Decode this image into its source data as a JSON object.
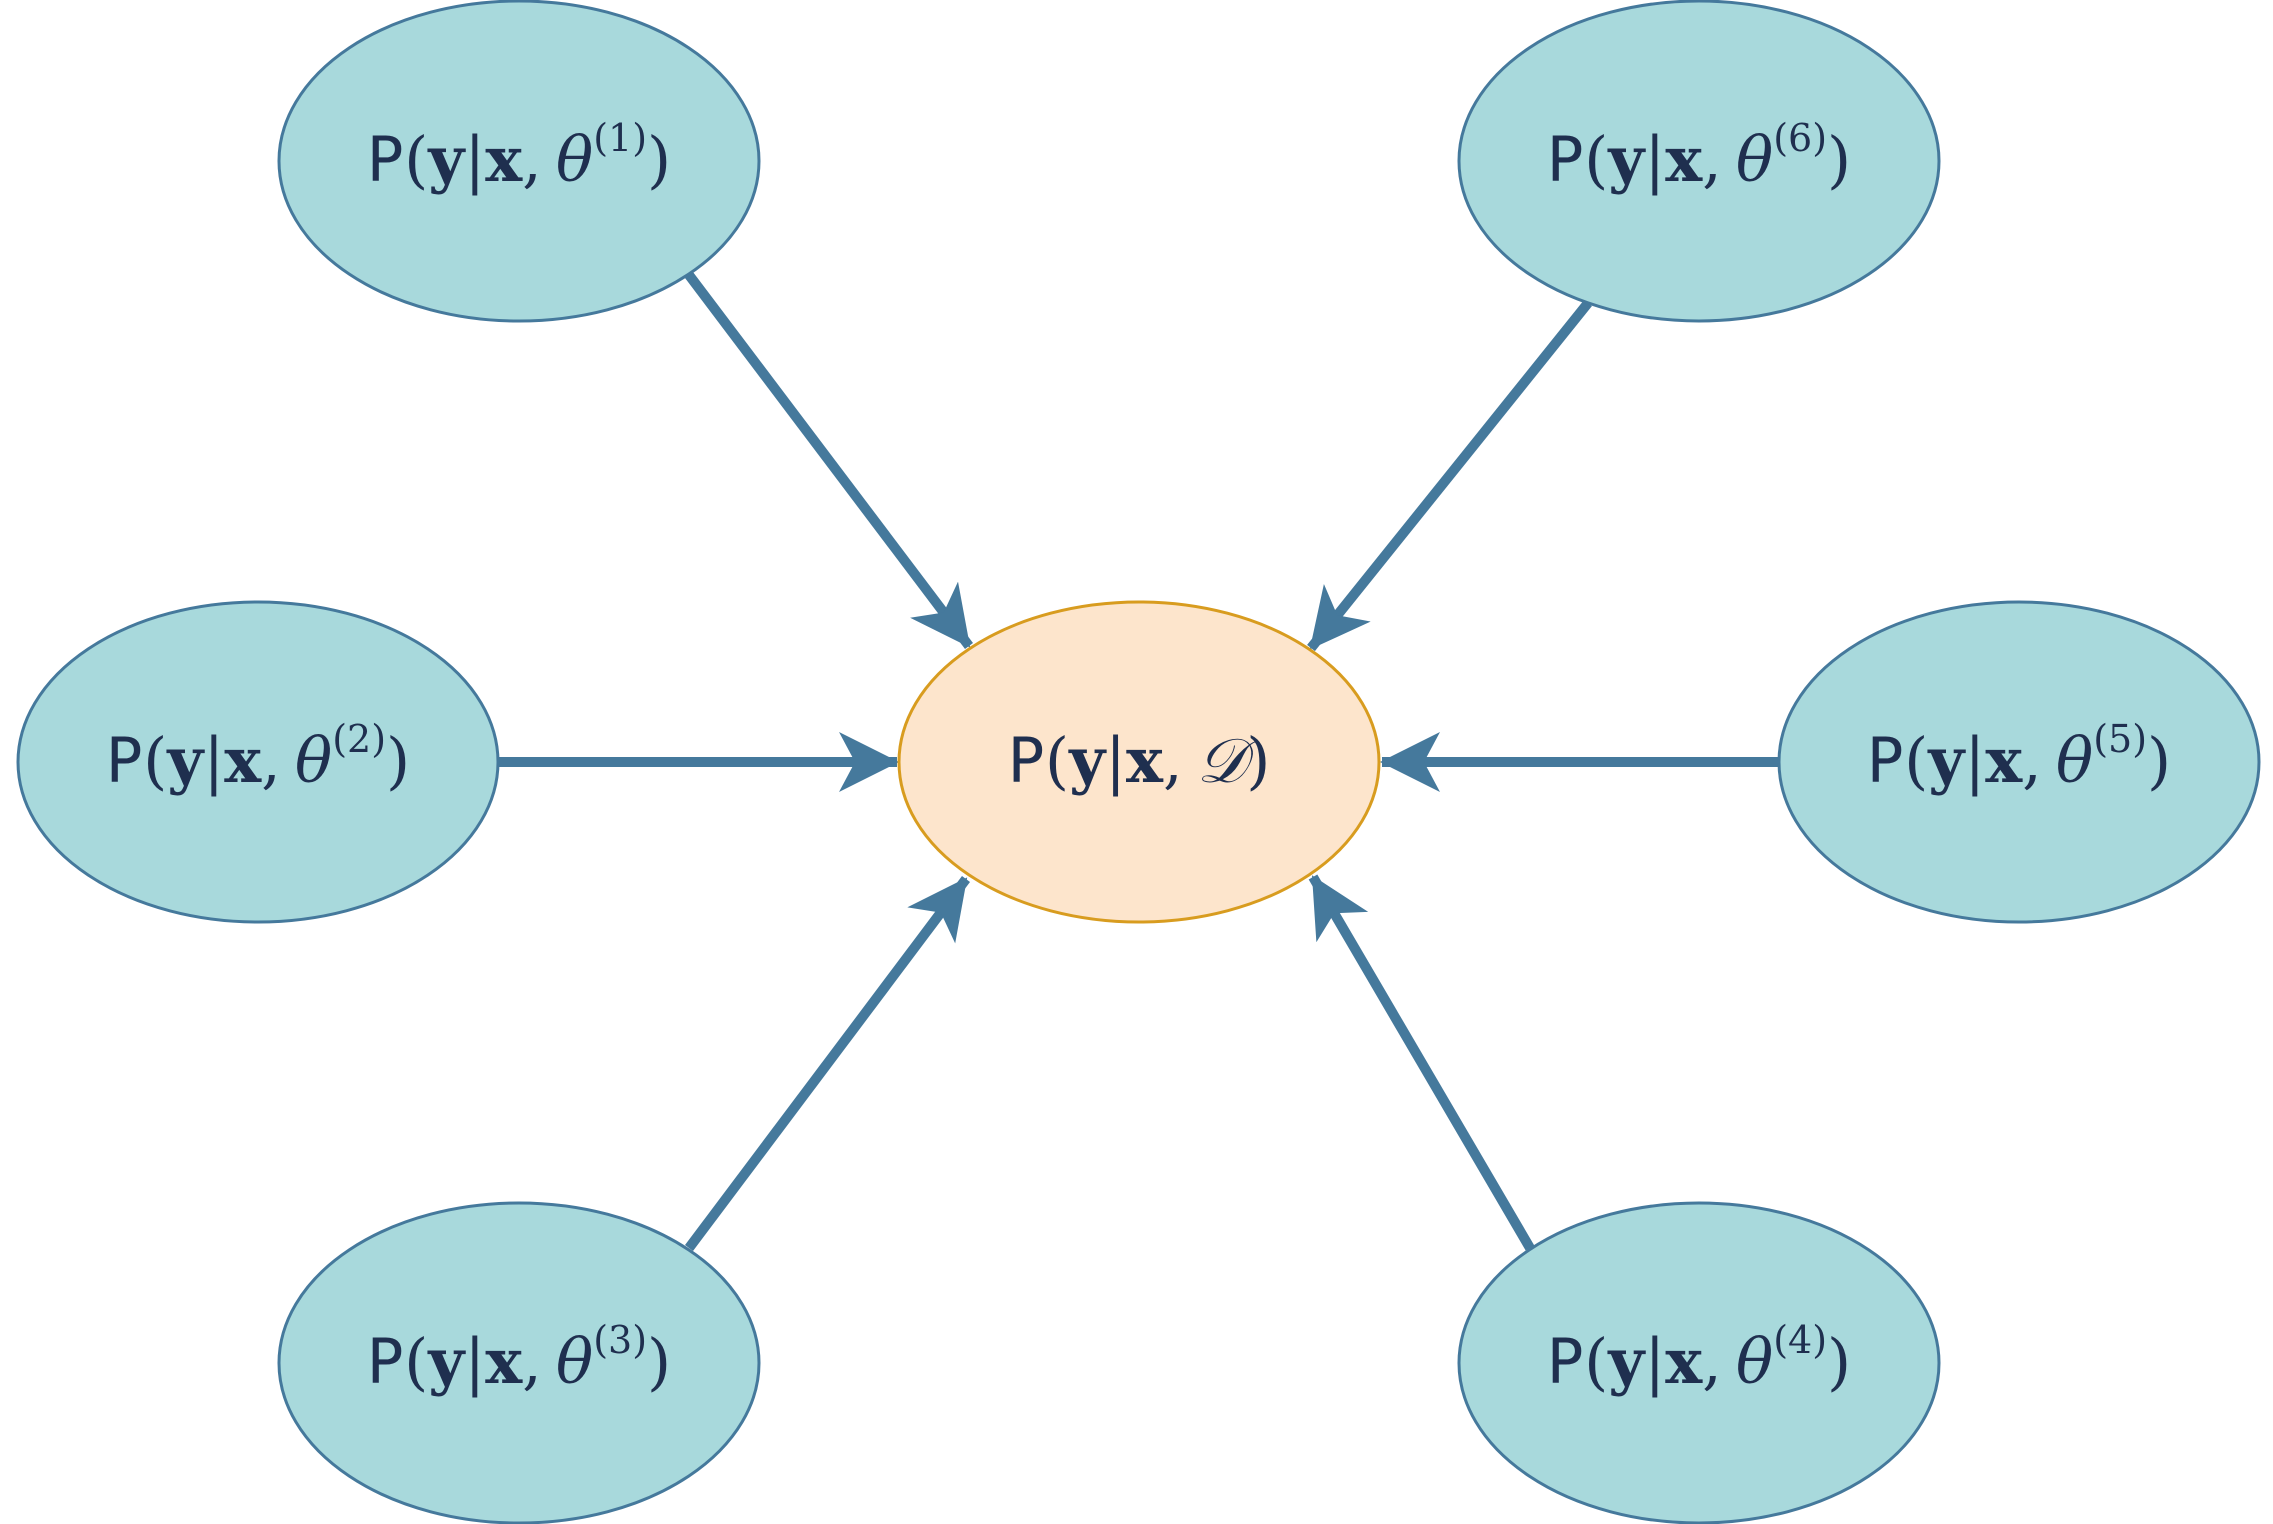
{
  "colors": {
    "arrow": "#45799c",
    "outer_fill": "#a8d9dc",
    "outer_stroke": "#45799c",
    "center_fill": "#fde5cc",
    "center_stroke": "#d89c1f",
    "text": "#1f2f4f"
  },
  "center": {
    "label": "P(y|x, 𝒟)",
    "parts": {
      "fn": "P",
      "open": "(",
      "y": "y",
      "bar": "|",
      "x": "x",
      "comma": ",",
      "d": "𝒟",
      "close": ")"
    }
  },
  "models": [
    {
      "label": "P(y|x, θ(1))",
      "fn": "P",
      "open": "(",
      "y": "y",
      "bar": "|",
      "x": "x",
      "comma": ",",
      "theta": "θ",
      "index": "(1)",
      "close": ")"
    },
    {
      "label": "P(y|x, θ(2))",
      "fn": "P",
      "open": "(",
      "y": "y",
      "bar": "|",
      "x": "x",
      "comma": ",",
      "theta": "θ",
      "index": "(2)",
      "close": ")"
    },
    {
      "label": "P(y|x, θ(3))",
      "fn": "P",
      "open": "(",
      "y": "y",
      "bar": "|",
      "x": "x",
      "comma": ",",
      "theta": "θ",
      "index": "(3)",
      "close": ")"
    },
    {
      "label": "P(y|x, θ(4))",
      "fn": "P",
      "open": "(",
      "y": "y",
      "bar": "|",
      "x": "x",
      "comma": ",",
      "theta": "θ",
      "index": "(4)",
      "close": ")"
    },
    {
      "label": "P(y|x, θ(5))",
      "fn": "P",
      "open": "(",
      "y": "y",
      "bar": "|",
      "x": "x",
      "comma": ",",
      "theta": "θ",
      "index": "(5)",
      "close": ")"
    },
    {
      "label": "P(y|x, θ(6))",
      "fn": "P",
      "open": "(",
      "y": "y",
      "bar": "|",
      "x": "x",
      "comma": ",",
      "theta": "θ",
      "index": "(6)",
      "close": ")"
    }
  ]
}
